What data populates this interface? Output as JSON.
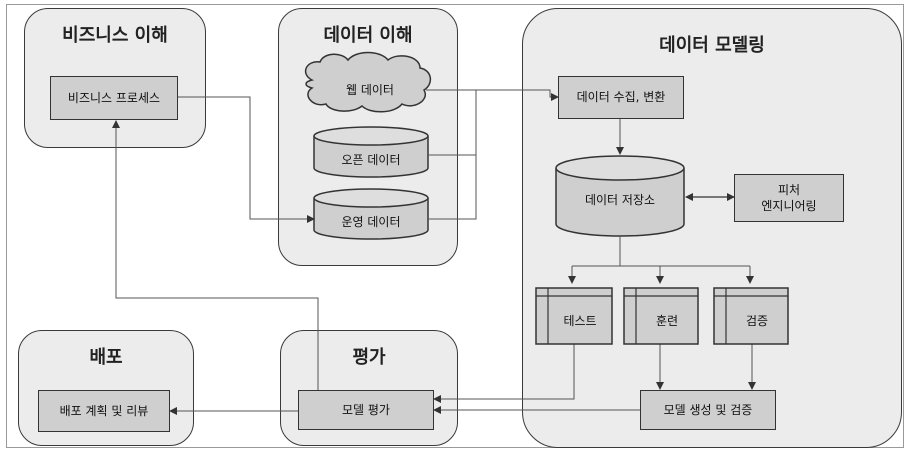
{
  "panels": {
    "business": {
      "title": "비즈니스 이해"
    },
    "data_understanding": {
      "title": "데이터 이해"
    },
    "modeling": {
      "title": "데이터 모델링"
    },
    "deploy": {
      "title": "배포"
    },
    "evaluation": {
      "title": "평가"
    }
  },
  "nodes": {
    "business_process": "비즈니스 프로세스",
    "web_data": "웹 데이터",
    "open_data": "오픈 데이터",
    "ops_data": "운영 데이터",
    "collect_transform": "데이터 수집, 변환",
    "data_store": "데이터 저장소",
    "feature_engineering": "피처\n엔지니어링",
    "test": "테스트",
    "train": "훈련",
    "validate": "검증",
    "model_build_validate": "모델 생성 및 검증",
    "model_eval": "모델 평가",
    "deploy_plan_review": "배포 계획 및 리뷰"
  },
  "colors": {
    "panel_bg": "#ececec",
    "box_bg": "#cfcfcf",
    "line": "#444444"
  }
}
